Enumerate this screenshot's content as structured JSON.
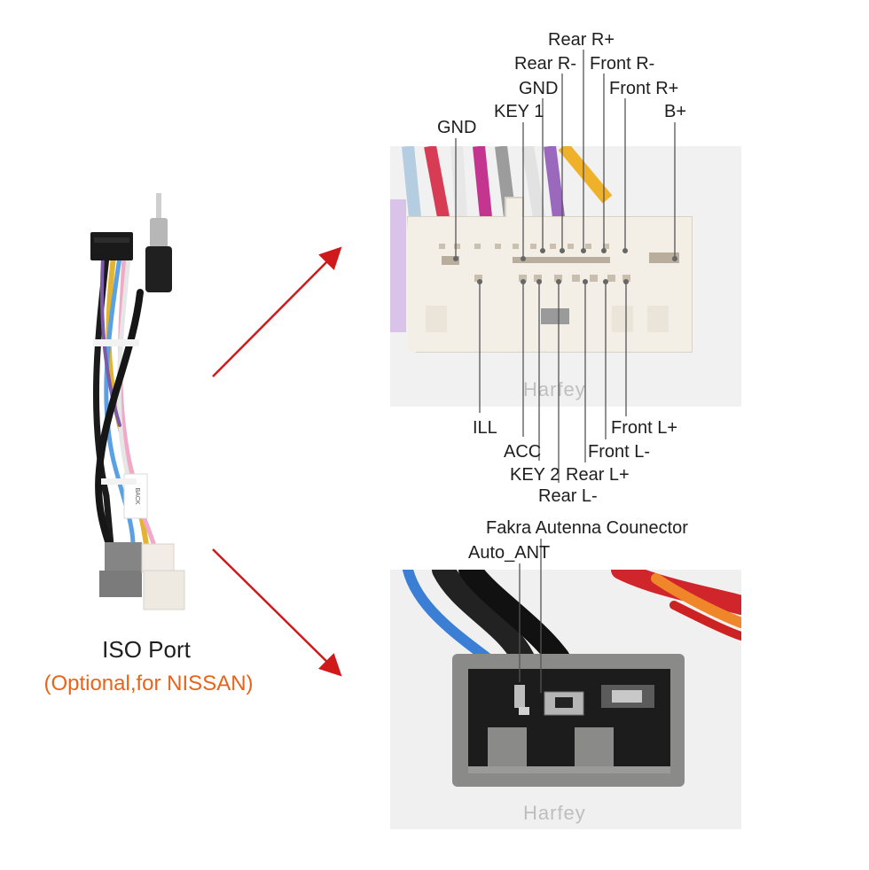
{
  "harness": {
    "caption": "ISO Port",
    "subcaption": "(Optional,for NISSAN)",
    "label_tag": "BACK"
  },
  "connector_top": {
    "watermark": "Harfey",
    "labels_top": {
      "rear_r_plus": "Rear R+",
      "rear_r_minus": "Rear R-",
      "front_r_minus": "Front R-",
      "gnd_inner": "GND",
      "front_r_plus": "Front R+",
      "key1": "KEY 1",
      "b_plus": "B+",
      "gnd_outer": "GND"
    },
    "labels_bottom": {
      "ill": "ILL",
      "front_l_plus": "Front L+",
      "acc": "ACC",
      "front_l_minus": "Front L-",
      "key2": "KEY 2",
      "rear_l_plus": "Rear L+",
      "rear_l_minus": "Rear L-"
    }
  },
  "connector_bottom": {
    "watermark": "Harfey",
    "labels": {
      "fakra": "Fakra Autenna Counector",
      "auto_ant": "Auto_ANT"
    }
  },
  "colors": {
    "accent_orange": "#e8641b",
    "arrow_red": "#d0191b",
    "connector_white": "#f3efe6",
    "connector_gray": "#8a8a88"
  }
}
